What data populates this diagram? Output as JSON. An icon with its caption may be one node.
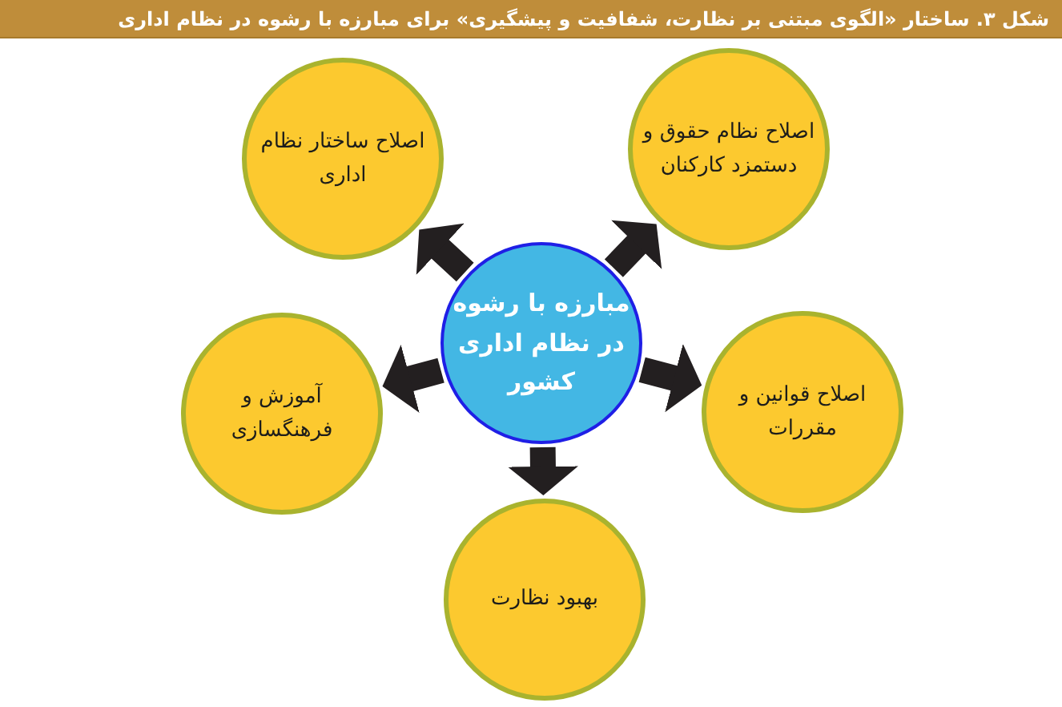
{
  "diagram": {
    "title": "شکل ۳. ساختار «الگوی مبتنی بر نظارت، شفافیت و پیشگیری» برای مبارزه با رشوه در نظام اداری",
    "nodes": [
      {
        "text": [
          "مبارزه با رشوه در نظام اداری کشور"
        ]
      },
      {
        "text": [
          "اصلاح نظام حقوق و دستمزد کارکنان"
        ]
      },
      {
        "text": [
          "اصلاح ساختار نظام اداری"
        ]
      },
      {
        "text": [
          "اصلاح قوانین و مقررات"
        ]
      },
      {
        "text": [
          "آموزش و فرهنگسازی"
        ]
      },
      {
        "text": [
          "بهبود نظارت"
        ]
      }
    ],
    "edges": [
      {
        "from": 0,
        "to": 1,
        "arrow": "to"
      },
      {
        "from": 0,
        "to": 2,
        "arrow": "to"
      },
      {
        "from": 0,
        "to": 3,
        "arrow": "to"
      },
      {
        "from": 0,
        "to": 4,
        "arrow": "to"
      },
      {
        "from": 0,
        "to": 5,
        "arrow": "to"
      }
    ]
  }
}
